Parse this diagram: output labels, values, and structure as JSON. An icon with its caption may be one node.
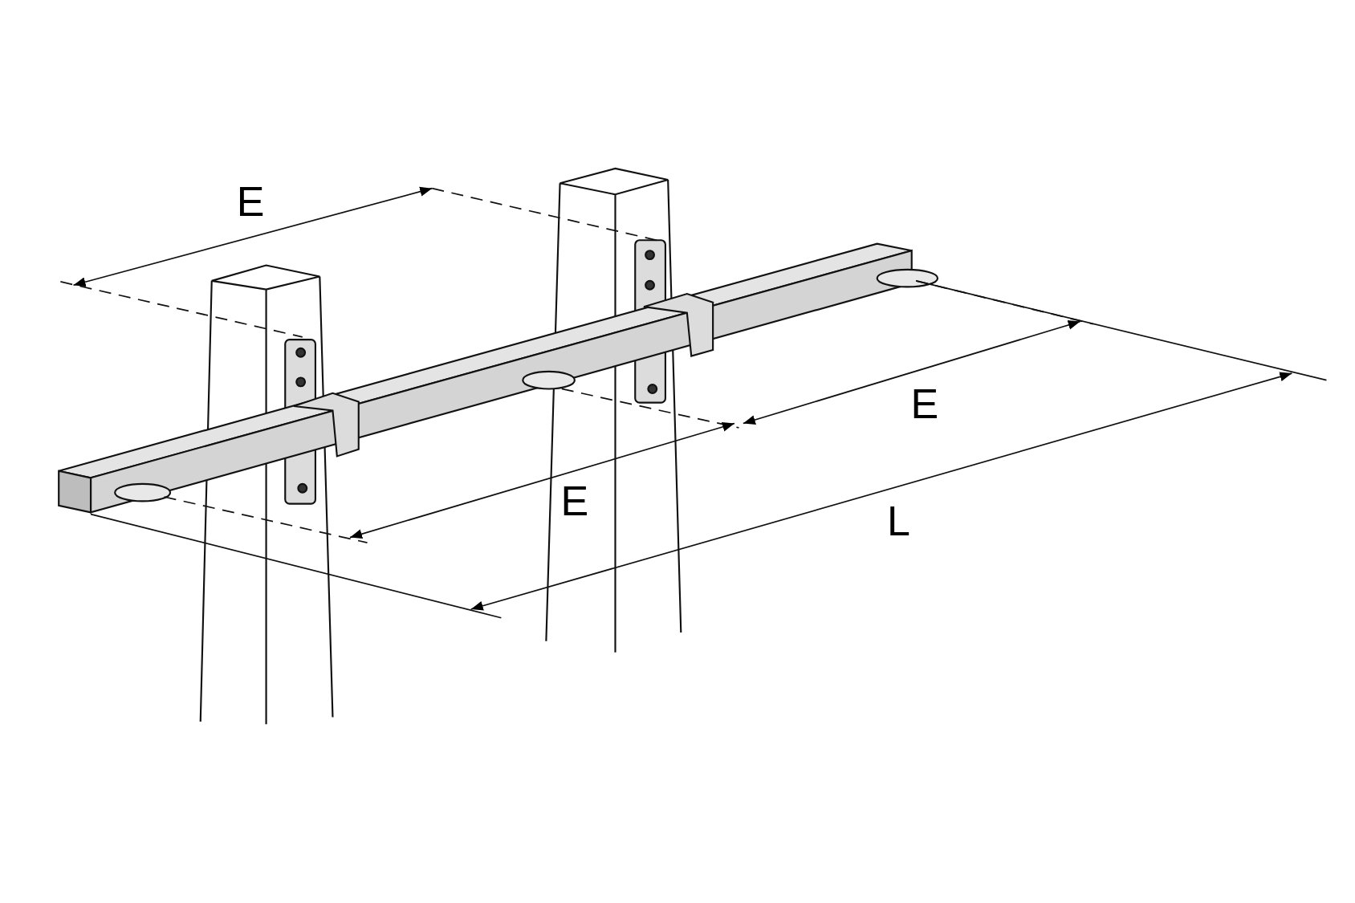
{
  "diagram": {
    "labels": [
      "E",
      "E",
      "E",
      "L"
    ]
  }
}
